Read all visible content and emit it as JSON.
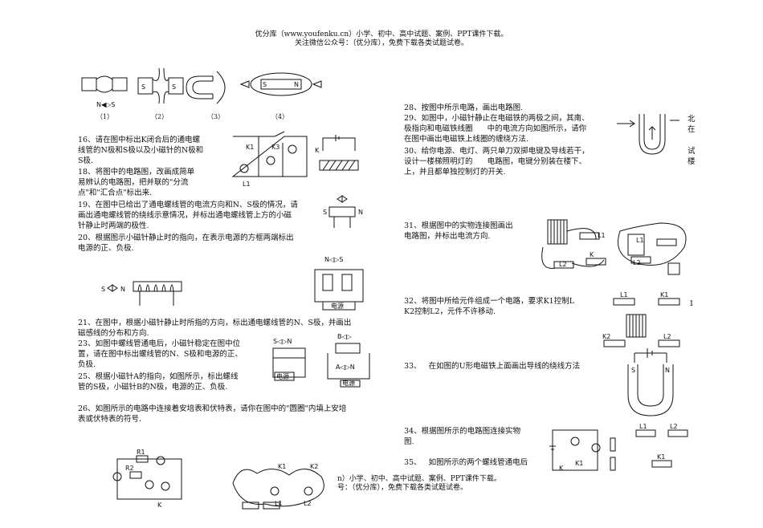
{
  "header": {
    "line1": "优分库（www.youfenku.cn）小学、初中、高中试题、案例、PPT课件下载。",
    "line2": "关注微信公众号：（优分库），免费下载各类试题试卷。"
  },
  "fig_captions": [
    "（1）",
    "（2）",
    "（3）",
    "（4）"
  ],
  "fig_labels": {
    "f1_ns": "N◀▷S",
    "s": "S",
    "n": "N",
    "k": "K",
    "k1": "K1",
    "k2": "K2",
    "k3": "K3",
    "l1": "L1",
    "l2": "L2",
    "r1": "R1",
    "r2": "R2",
    "ns": "N◁▷S",
    "sn": "S◁▷N",
    "a_ns": "A◁▷N",
    "b": "B◁▷",
    "dianyuan": "电源",
    "north": "北",
    "zai": "在",
    "shi": "试",
    "lou": "楼",
    "one": "1"
  },
  "questions": {
    "q16": "16、请在图中标出K闭合后的通电螺\n线管的N极和S极以及小磁针的N极和\nS极.",
    "q18": "18、将图中的电路图，改画成简单\n易辨认的电路图，把并联的\"分流\n点\"和\"汇合点\"标出来.",
    "q19": "19、在图中已给出了通电螺线管的电流方向和N、S极的情况，请\n画出通电螺线管的绕线示意情况，并标出通电螺线管上方的小磁\n针静止时两端的极性.",
    "q20": "20、根据图示小磁针静止时的指向，在表示电源的方框两端标出\n电源的正、负极.",
    "q21": "21、在图中，根据小磁针静止时所指的方向，标出通电螺线管的N、S极，并画出\n磁感线的分布和方向.",
    "q23": "23、如图中螺线管通电后，小磁针稳定在图中位\n置，请在图中标出螺线管的N、S极和电源的正、\n负极.",
    "q25": "25、根据小磁针A的指向，如图所示，标出螺线\n管的S极，小磁针B的N极，电源的正、负极.",
    "q26": "26、如图所示的电路中连接着安培表和伏特表，请你在图中的\"圆圈\"内填上安培\n表或伏特表的符号.",
    "q28": "28、按图中所示电路，画出电路图.",
    "q29": "29、如图中，小磁针静止在电磁铁的两极之间，其南、\n极指向和电磁铁线圈      中的电流方向如图所示，请你\n在图中画出电磁铁上线圈的缠绕方法.",
    "q30": "30、给你电源、电灯、两只单刀双掷电键及导线若干，\n设计一楼梯照明灯的      电路图，电键分别装在楼下、\n上，并且都单独控制灯的开关.",
    "q31": "31、根据图中的实物连接图画出\n电路图，并标出电流方向.",
    "q32": "32、将图中所给元件组成一个电路，要求K1控制L\nK2控制L2，元件不许移动.",
    "q33": "33、   在如图的U形电磁铁上面画出导线的绕线方法",
    "q34": "34、根据图所示的电路图连接实物\n图.",
    "q35": "35、   如图所示的两个螺线管通电后"
  },
  "footer": {
    "line1": "n）小学、初中、高中试题、案例、PPT课件下载。",
    "line2": "号：（优分库），免费下载各类试题试卷。"
  }
}
